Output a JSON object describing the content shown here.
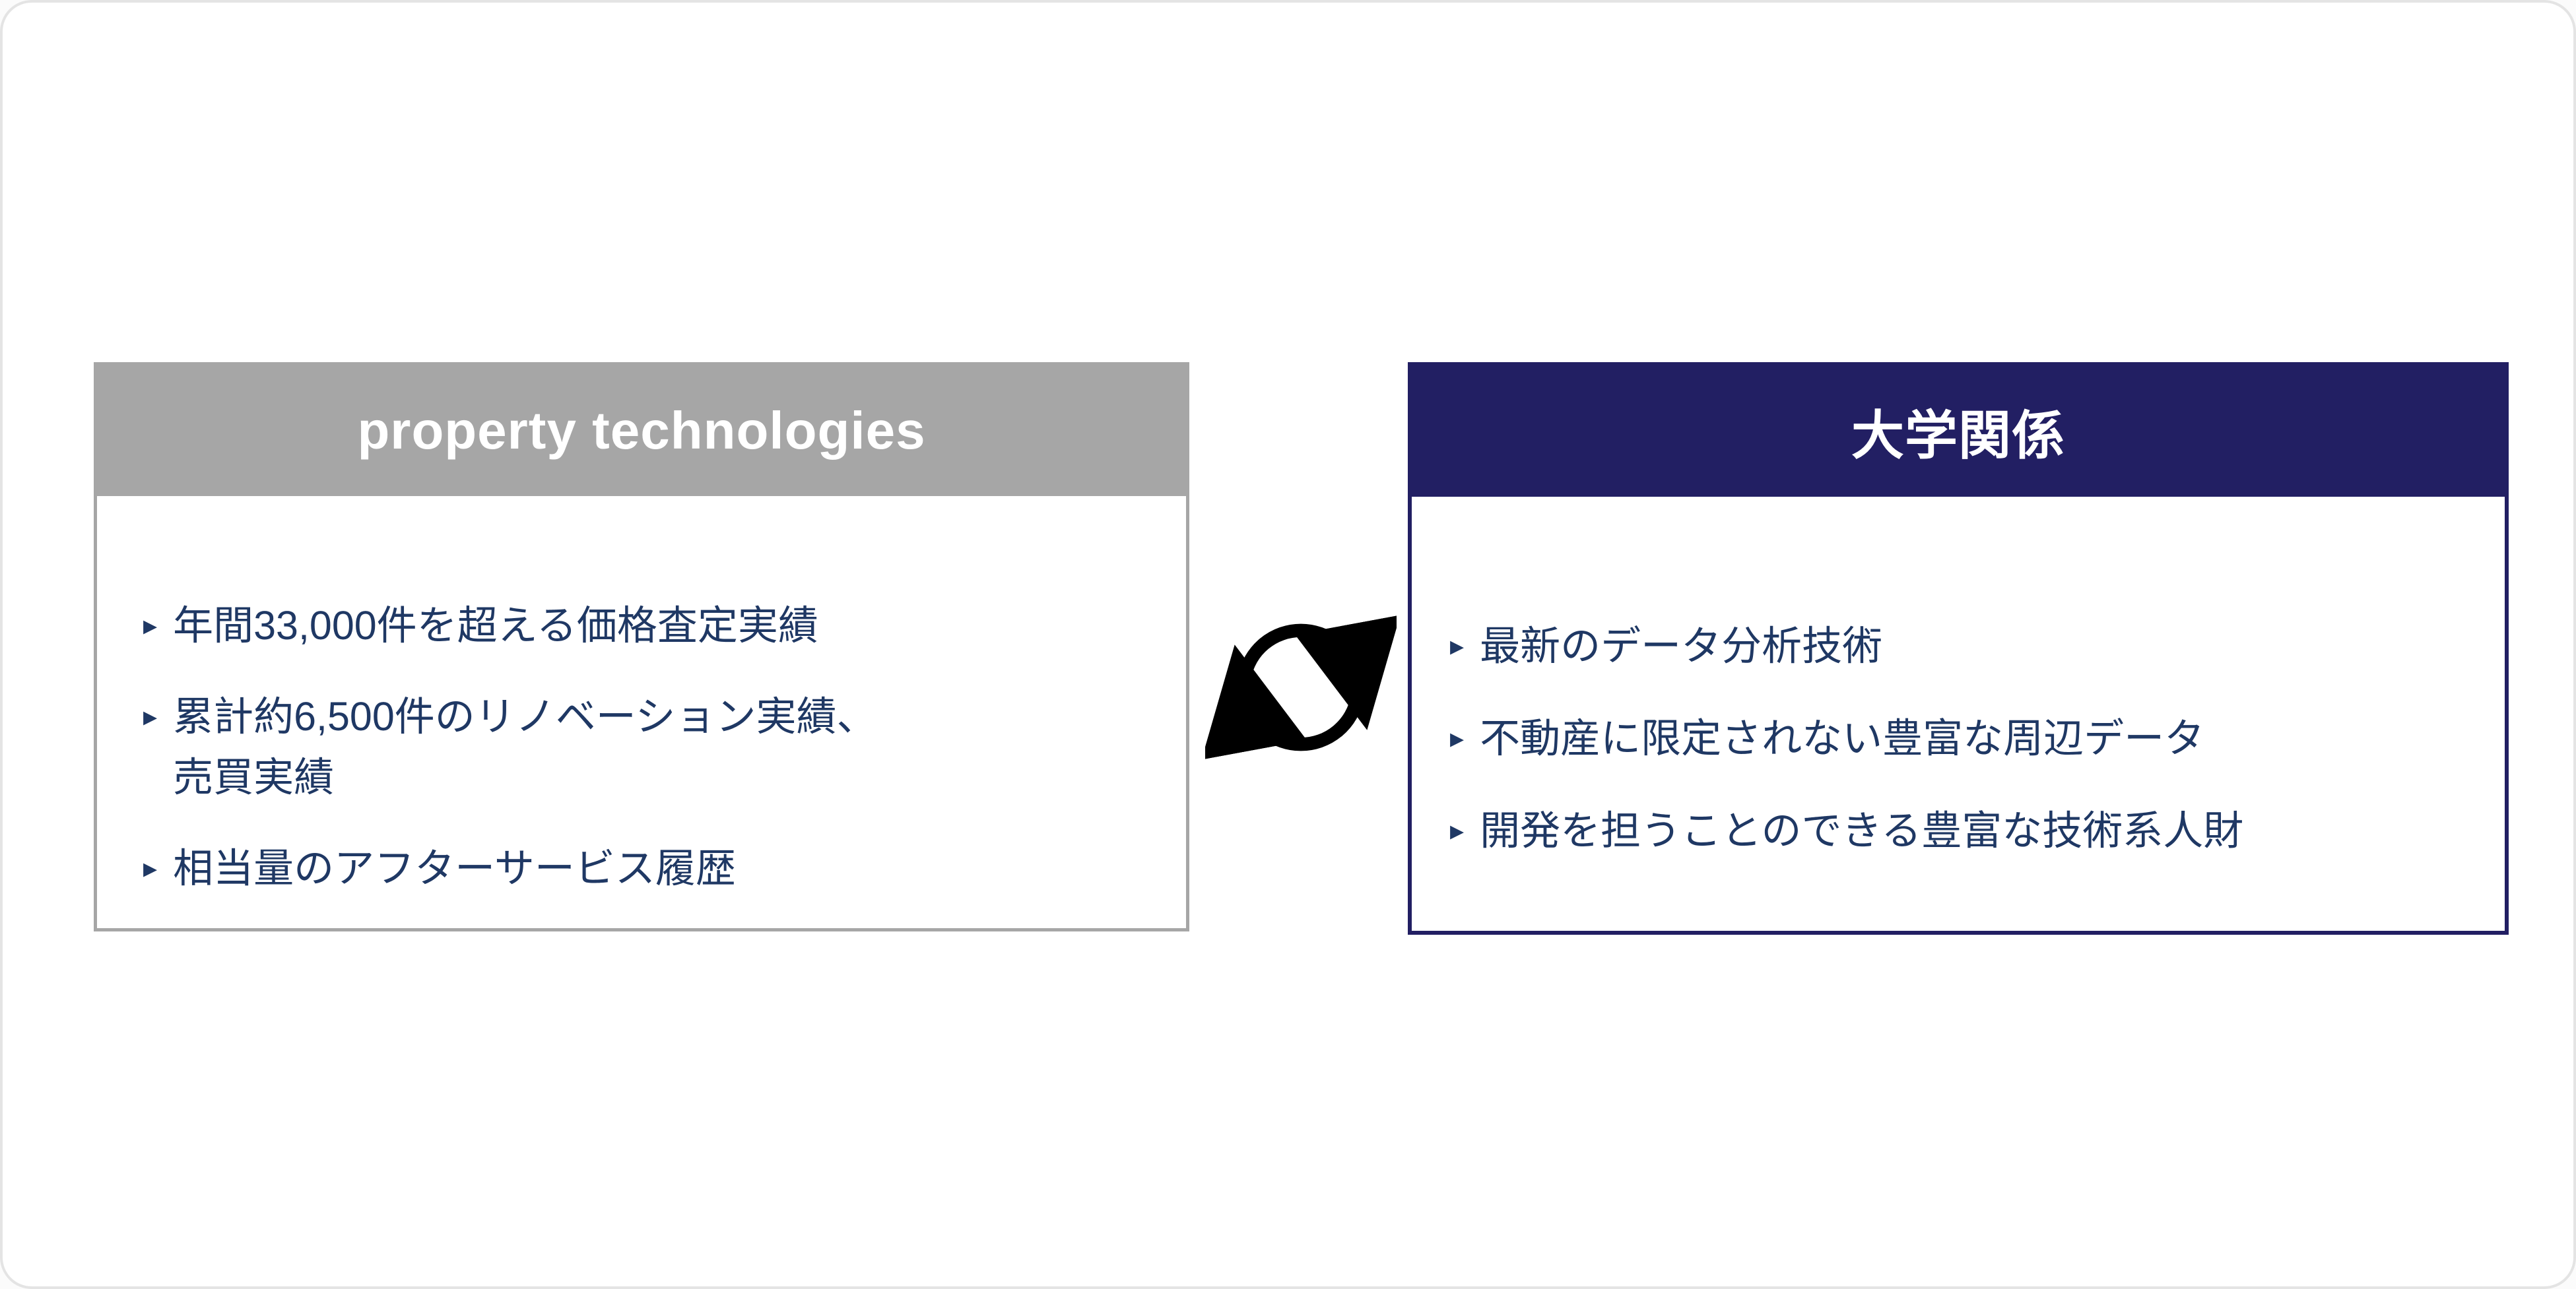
{
  "bullet_char": "▸",
  "colors": {
    "left_header_bg": "#a6a6a6",
    "right_header_bg": "#221f63",
    "body_text": "#1f3864",
    "cycle_arrow": "#000000",
    "card_border": "#e4e4e4"
  },
  "left": {
    "title": "property technologies",
    "items": [
      "年間33,000件を超える価格査定実績",
      "累計約6,500件のリノベーション実績、\n売買実績",
      "相当量のアフターサービス履歴"
    ]
  },
  "right": {
    "title": "大学関係",
    "items": [
      "最新のデータ分析技術",
      "不動産に限定されない豊富な周辺データ",
      "開発を担うことのできる豊富な技術系人財"
    ]
  }
}
